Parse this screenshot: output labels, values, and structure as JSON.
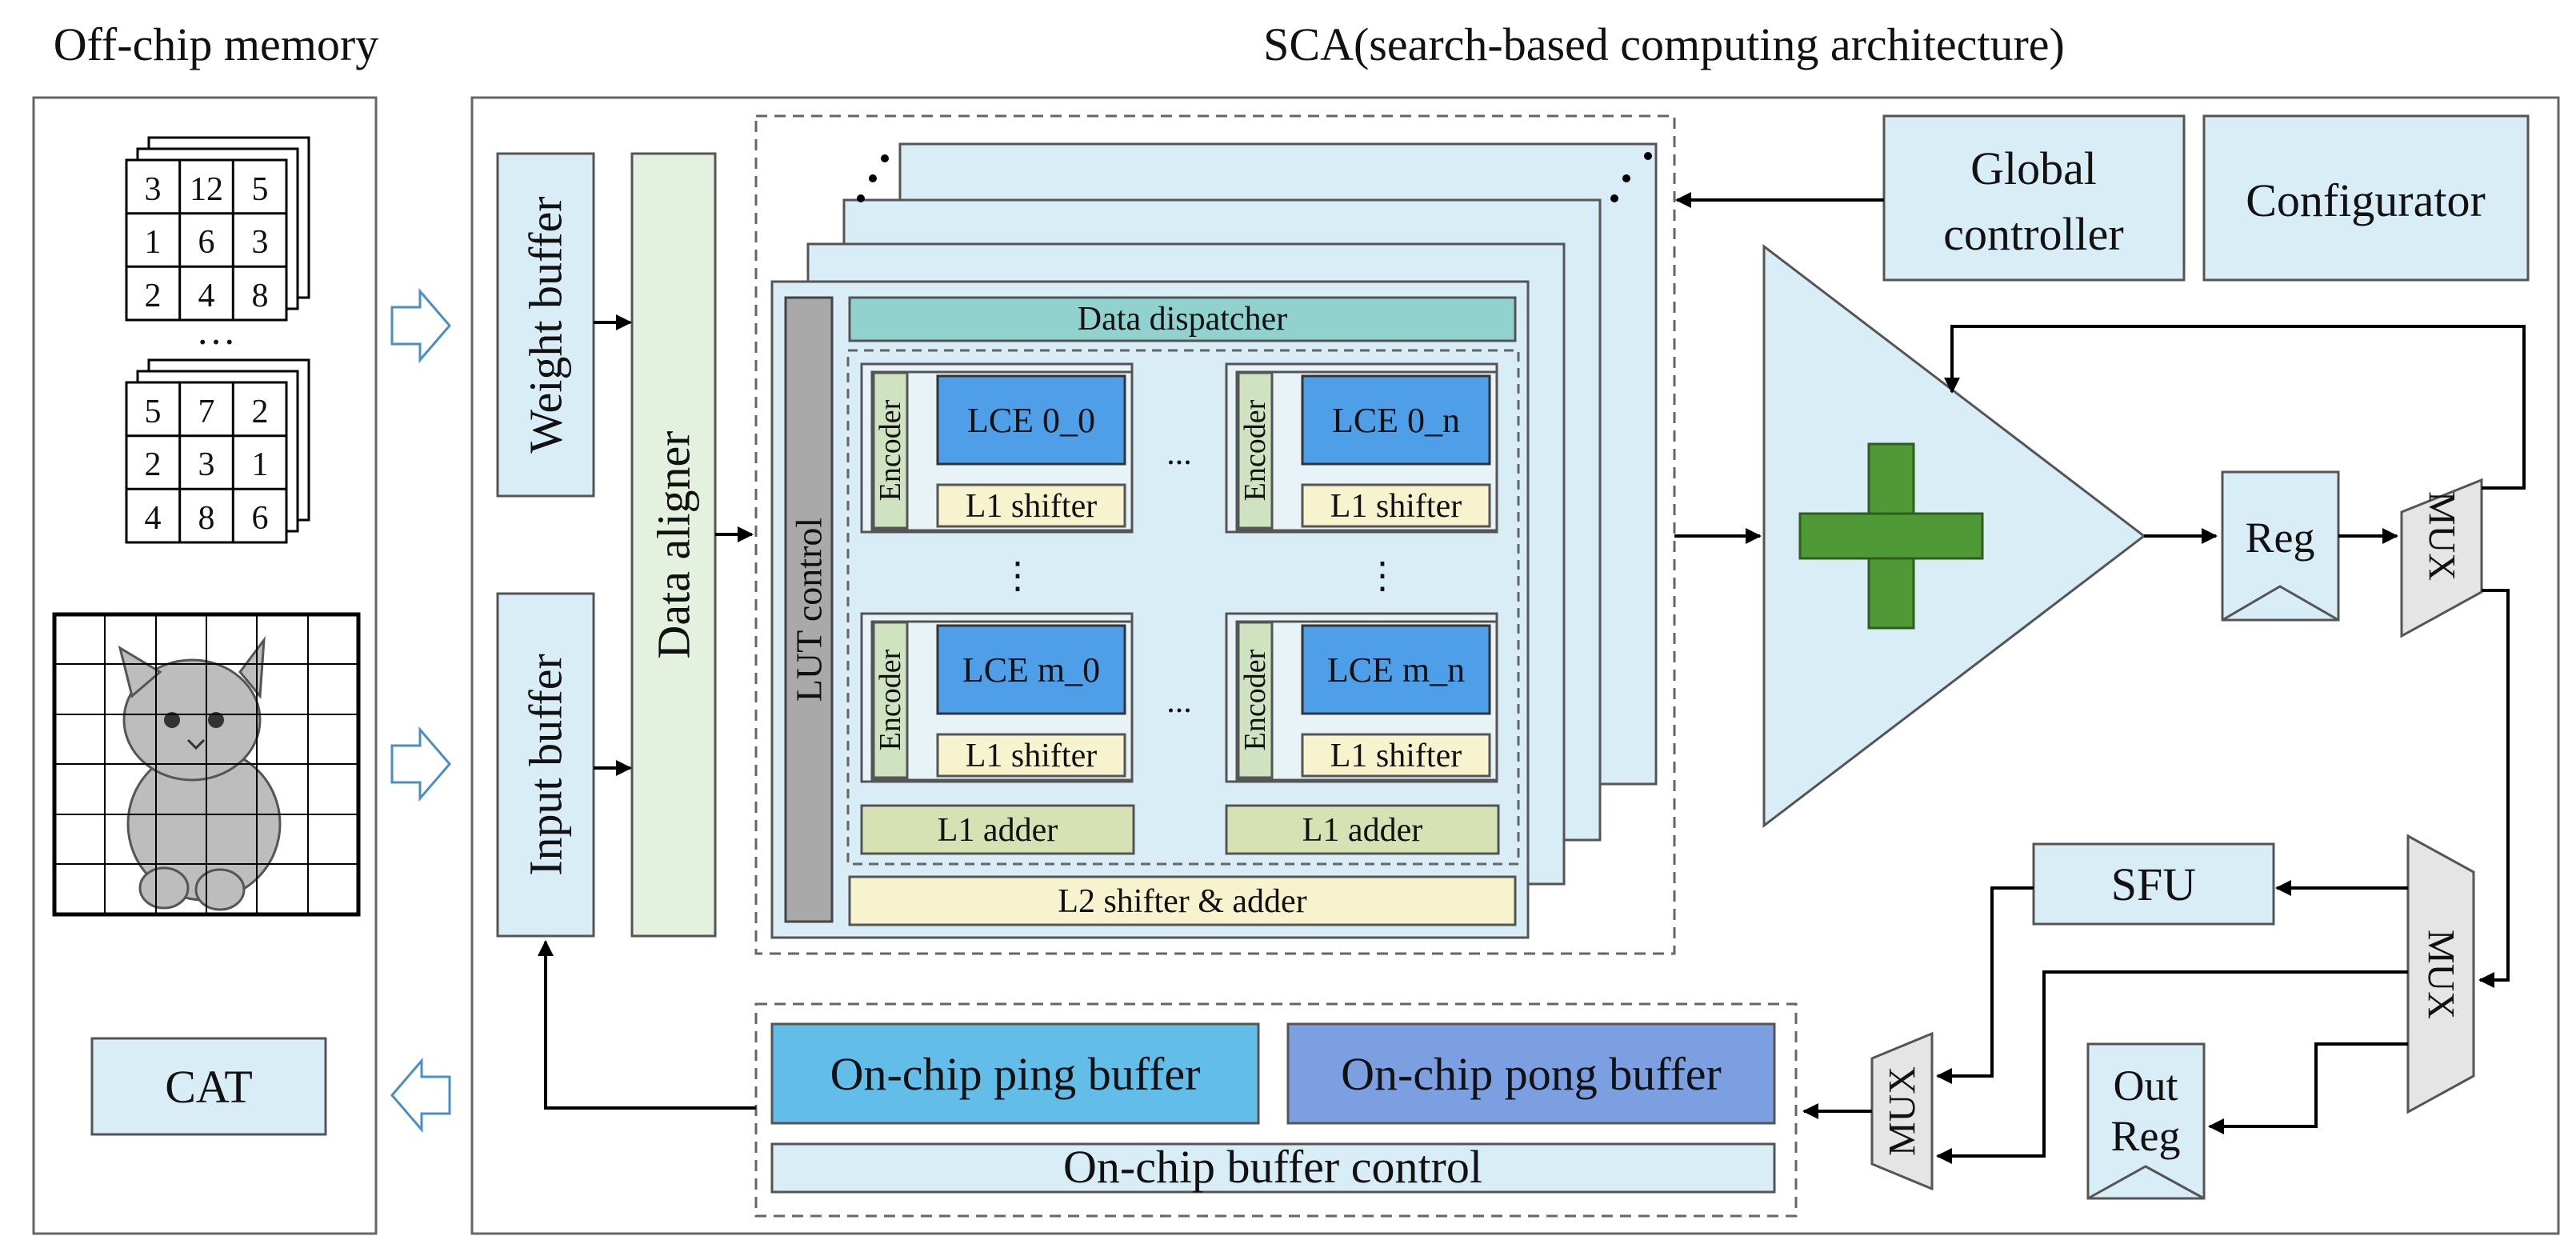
{
  "titles": {
    "offchip": "Off-chip memory",
    "sca": "SCA(search-based computing architecture)"
  },
  "matrices": {
    "top": [
      "3",
      "12",
      "5",
      "1",
      "6",
      "3",
      "2",
      "4",
      "8"
    ],
    "bottom": [
      "5",
      "7",
      "2",
      "2",
      "3",
      "1",
      "4",
      "8",
      "6"
    ],
    "ellipsis": "…"
  },
  "offchip": {
    "cat_label": "CAT"
  },
  "buffers": {
    "weight": "Weight buffer",
    "input": "Input buffer",
    "aligner": "Data aligner"
  },
  "core": {
    "lut_control": "LUT control",
    "dispatcher": "Data dispatcher",
    "encoder": "Encoder",
    "lce_00": "LCE 0_0",
    "lce_0n": "LCE 0_n",
    "lce_m0": "LCE m_0",
    "lce_mn": "LCE m_n",
    "l1_shifter": "L1 shifter",
    "l1_adder": "L1 adder",
    "l2": "L2 shifter & adder",
    "hdots": "...",
    "vdots": "⋮"
  },
  "control": {
    "global": [
      "Global",
      "controller"
    ],
    "configurator": "Configurator"
  },
  "datapath": {
    "reg": "Reg",
    "mux": "MUX",
    "sfu": "SFU",
    "out_reg": [
      "Out",
      "Reg"
    ]
  },
  "onchip": {
    "ping": "On-chip ping buffer",
    "pong": "On-chip pong buffer",
    "control": "On-chip buffer control"
  },
  "colors": {
    "light_blue": "#d9edf7",
    "lce_blue": "#4f9ee8",
    "dispatcher_teal": "#92d2ce",
    "encoder_green": "#cfe3c0",
    "adder_green": "#d6e2b4",
    "shifter_yellow": "#f8f3cf",
    "lut_gray": "#a9a9a9",
    "adder_plus_green": "#4f9a36",
    "ping_blue": "#62bde8",
    "pong_blue": "#7b9fe0",
    "aligner_green": "#e3f1de",
    "mux_gray": "#e5e5e5"
  }
}
